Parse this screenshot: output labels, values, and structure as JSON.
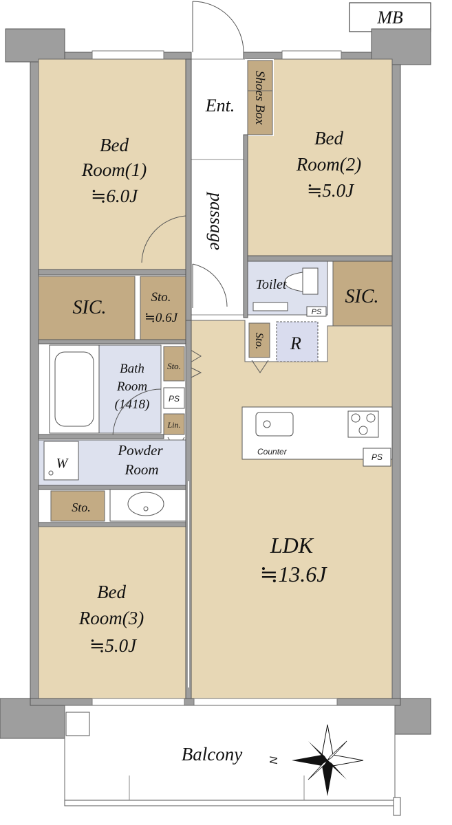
{
  "colors": {
    "room": "#e7d7b5",
    "storage": "#c3ab84",
    "wet": "#dde1ee",
    "wall": "#9e9e9e",
    "floor_white": "#ffffff"
  },
  "labels": {
    "mb": "MB",
    "entrance": "Ent.",
    "shoes_box": "Shoes Box",
    "passage": "passage",
    "bed1": {
      "name": "Bed",
      "name2": "Room(1)",
      "size": "≒6.0J"
    },
    "bed2": {
      "name": "Bed",
      "name2": "Room(2)",
      "size": "≒5.0J"
    },
    "bed3": {
      "name": "Bed",
      "name2": "Room(3)",
      "size": "≒5.0J"
    },
    "sic_left": "SIC.",
    "sic_right": "SIC.",
    "sto_06": {
      "name": "Sto.",
      "size": "≒0.6J"
    },
    "toilet": "Toilet",
    "ps_toilet": "PS",
    "sto_toilet": "Sto.",
    "fridge": "R",
    "bath": {
      "l1": "Bath",
      "l2": "Room",
      "l3": "(1418)"
    },
    "sto_bath": "Sto.",
    "ps_bath": "PS",
    "linen": "Lin.",
    "washer": "W",
    "powder": {
      "l1": "Powder",
      "l2": "Room"
    },
    "sto_powder": "Sto.",
    "counter": "Counter",
    "ps_kitchen": "PS",
    "ldk": {
      "name": "LDK",
      "size": "≒13.6J"
    },
    "balcony": "Balcony",
    "north": "N"
  }
}
